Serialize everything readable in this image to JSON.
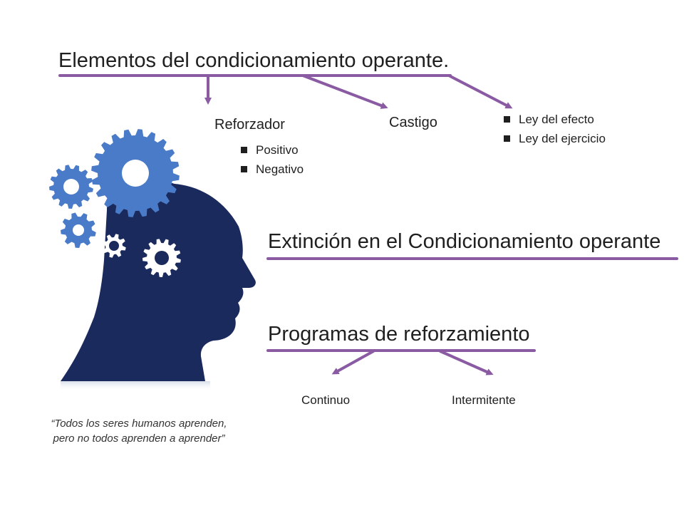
{
  "title_elementos": "Elementos del condicionamiento operante.",
  "reforzador": {
    "label": "Reforzador",
    "items": [
      "Positivo",
      "Negativo"
    ]
  },
  "castigo": "Castigo",
  "leyes": [
    "Ley del efecto",
    "Ley del ejercicio"
  ],
  "title_extincion": "Extinción en el Condicionamiento operante",
  "title_programas": "Programas de reforzamiento",
  "programas": {
    "continuo": "Continuo",
    "intermitente": "Intermitente"
  },
  "quote": {
    "line1": "“Todos los seres humanos aprenden,",
    "line2": "pero no todos aprenden a aprender”"
  },
  "colors": {
    "connector": "#8a5aa3",
    "head": "#1b2a5c",
    "gear": "#4a7bc8"
  },
  "icons": [
    "head-silhouette-icon",
    "gear-icon"
  ]
}
